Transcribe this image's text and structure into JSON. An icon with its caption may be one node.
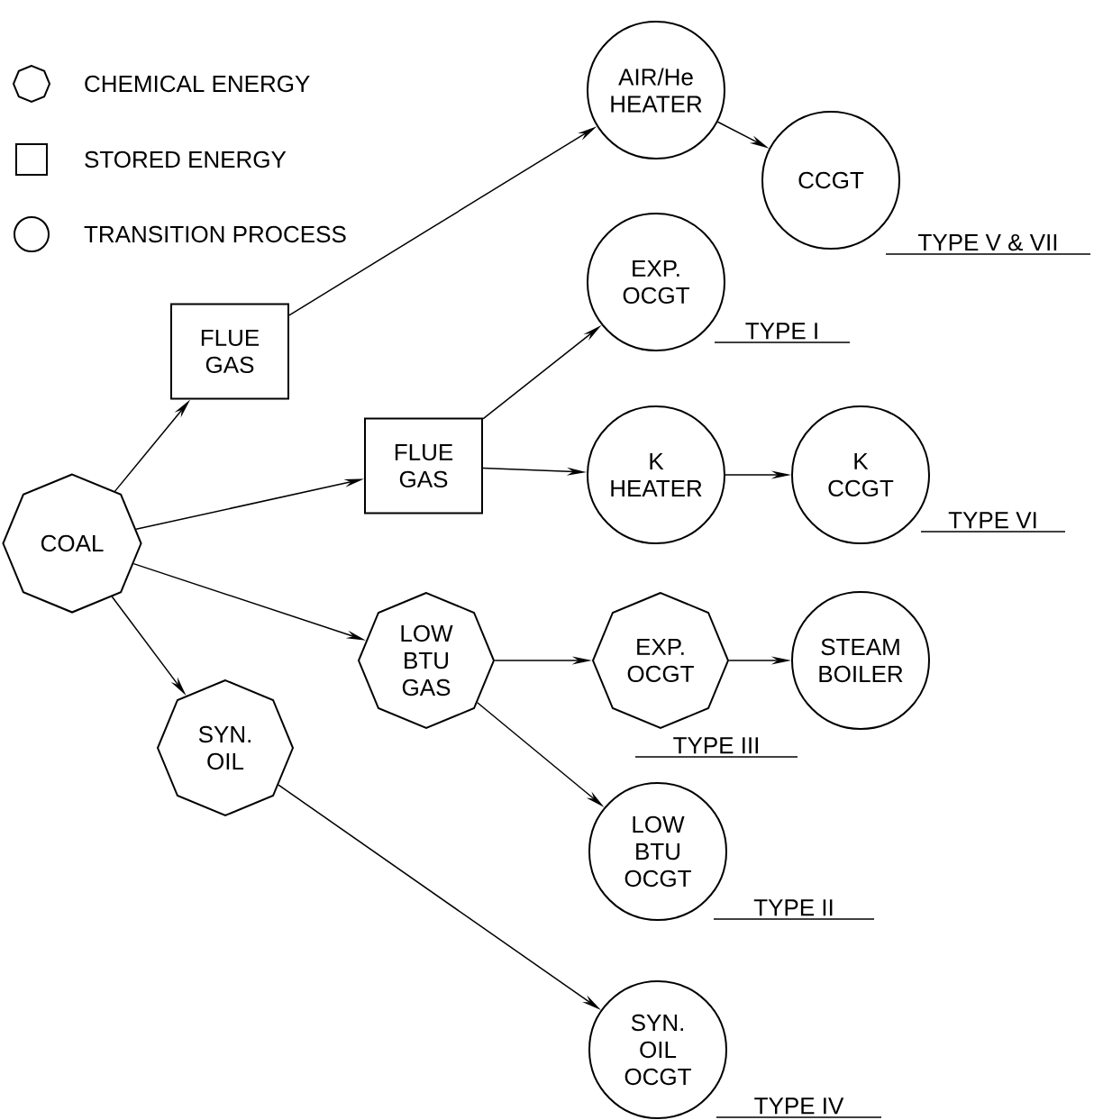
{
  "diagram": {
    "nodes": [
      {
        "text": [
          "COAL"
        ]
      },
      {
        "text": [
          "FLUE GAS"
        ]
      },
      {
        "text": [
          "FLUE GAS"
        ]
      },
      {
        "text": [
          "LOW BTU GAS"
        ]
      },
      {
        "text": [
          "SYN. OIL"
        ]
      },
      {
        "text": [
          "AIR/He HEATER"
        ]
      },
      {
        "text": [
          "CCGT"
        ],
        "beside": [
          "TYPE V & VII"
        ]
      },
      {
        "text": [
          "EXP. OCGT"
        ],
        "beside": [
          "TYPE I"
        ]
      },
      {
        "text": [
          "K HEATER"
        ]
      },
      {
        "text": [
          "K CCGT"
        ],
        "beside": [
          "TYPE VI"
        ]
      },
      {
        "text": [
          "EXP. OCGT"
        ],
        "beside": [
          "TYPE III"
        ]
      },
      {
        "text": [
          "STEAM BOILER"
        ]
      },
      {
        "text": [
          "LOW BTU OCGT"
        ],
        "beside": [
          "TYPE II"
        ]
      },
      {
        "text": [
          "SYN. OIL OCGT"
        ],
        "beside": [
          "TYPE IV"
        ]
      }
    ],
    "edges": [
      {
        "from": 0,
        "to": 1,
        "arrow": "to"
      },
      {
        "from": 0,
        "to": 2,
        "arrow": "to"
      },
      {
        "from": 0,
        "to": 3,
        "arrow": "to"
      },
      {
        "from": 0,
        "to": 4,
        "arrow": "to"
      },
      {
        "from": 1,
        "to": 5,
        "arrow": "to"
      },
      {
        "from": 5,
        "to": 6,
        "arrow": "to"
      },
      {
        "from": 2,
        "to": 7,
        "arrow": "to"
      },
      {
        "from": 2,
        "to": 8,
        "arrow": "to"
      },
      {
        "from": 8,
        "to": 9,
        "arrow": "to"
      },
      {
        "from": 3,
        "to": 10,
        "arrow": "to"
      },
      {
        "from": 10,
        "to": 11,
        "arrow": "to"
      },
      {
        "from": 3,
        "to": 12,
        "arrow": "to"
      },
      {
        "from": 4,
        "to": 13,
        "arrow": "to"
      }
    ],
    "legend": [
      {
        "text": "CHEMICAL ENERGY"
      },
      {
        "text": "STORED ENERGY"
      },
      {
        "text": "TRANSITION PROCESS"
      }
    ]
  }
}
